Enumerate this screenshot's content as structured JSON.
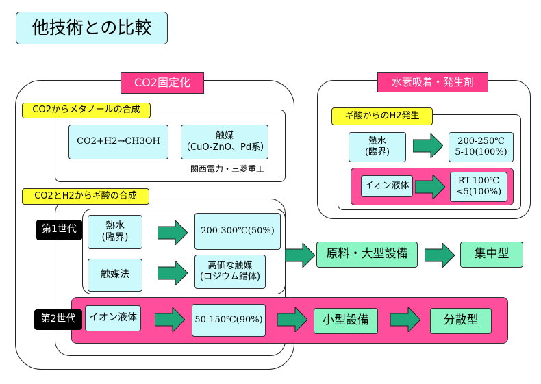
{
  "title": "他技術との比較",
  "co2_section": {
    "header": "CO2固定化",
    "methanol": {
      "header": "CO2からメタノールの合成",
      "reaction": "CO2+H2→CH3OH",
      "catalyst": "触媒\n（CuO-ZnO、Pd系）",
      "org": "関西電力・三菱重工"
    },
    "formic": {
      "header": "CO2とH2からギ酸の合成",
      "gen1_label": "第1世代",
      "gen1_a": "熱水\n(臨界)",
      "gen1_a_result": "200-300℃(50%)",
      "gen1_b": "触媒法",
      "gen1_b_result": "高価な触媒\n(ロジウム錯体)",
      "gen2_label": "第2世代",
      "gen2_a": "イオン液体",
      "gen2_a_result": "50-150℃(90%)"
    }
  },
  "h2_section": {
    "header": "水素吸着・発生剤",
    "sub_header": "ギ酸からのH2発生",
    "a": "熱水\n(臨界)",
    "a_result": "200-250℃\n5-10(100%)",
    "b": "イオン液体",
    "b_result": "RT-100℃\n<5(100%)"
  },
  "outcomes": {
    "large_facility": "原料・大型設備",
    "centralized": "集中型",
    "small_facility": "小型設備",
    "distributed": "分散型"
  },
  "colors": {
    "cyan": "#ccf9fb",
    "pink": "#ff3c8a",
    "yellow": "#ffff33",
    "green": "#8bf5c3",
    "arrow_green": "#1fa77a"
  }
}
